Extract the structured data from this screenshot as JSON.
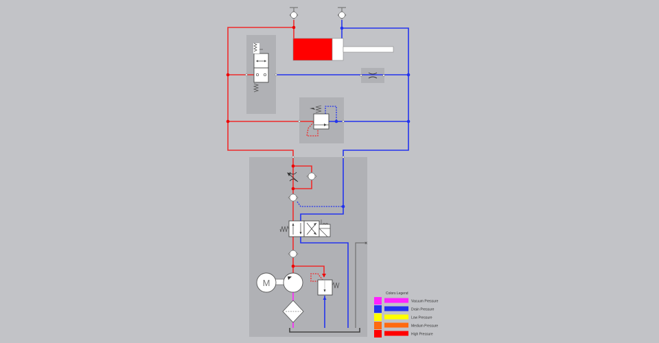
{
  "diagram": {
    "type": "hydraulic-circuit",
    "colors": {
      "background": "#c2c3c7",
      "panel": "#b0b1b5",
      "vacuum": "#ff22ff",
      "drain": "#2233ee",
      "low": "#ffff00",
      "medium": "#ff6a10",
      "high": "#ff0000",
      "neutral_line": "#707070",
      "symbol_stroke": "#444444"
    },
    "components": {
      "cylinder": "double-acting-cylinder",
      "gauges": [
        "pressure-gauge-cap-side",
        "pressure-gauge-rod-side"
      ],
      "directional_valve_top": "2-way-solenoid-valve",
      "throttle_top": "fixed-throttle",
      "pressure_reducing_valve": "pressure-reducing-valve",
      "flow_control": "adjustable-throttle-with-check",
      "pilot_check": "pilot-operated-check-valve",
      "directional_valve_main": "4-2-solenoid-directional-valve",
      "pump_check": "check-valve",
      "pump": "hydraulic-pump",
      "motor": "electric-motor",
      "filter": "suction-filter",
      "relief_valve": "pressure-relief-valve",
      "tank": "reservoir"
    },
    "motor_label": "M"
  },
  "legend": {
    "title": "Colors Legend",
    "items": [
      {
        "label": "Vacuum Pressure",
        "color": "#ff22ff"
      },
      {
        "label": "Drain Pressure",
        "color": "#2233ee"
      },
      {
        "label": "Low Pressure",
        "color": "#ffff00"
      },
      {
        "label": "Medium Pressure",
        "color": "#ff6a10"
      },
      {
        "label": "High Pressure",
        "color": "#ff0000"
      }
    ]
  }
}
